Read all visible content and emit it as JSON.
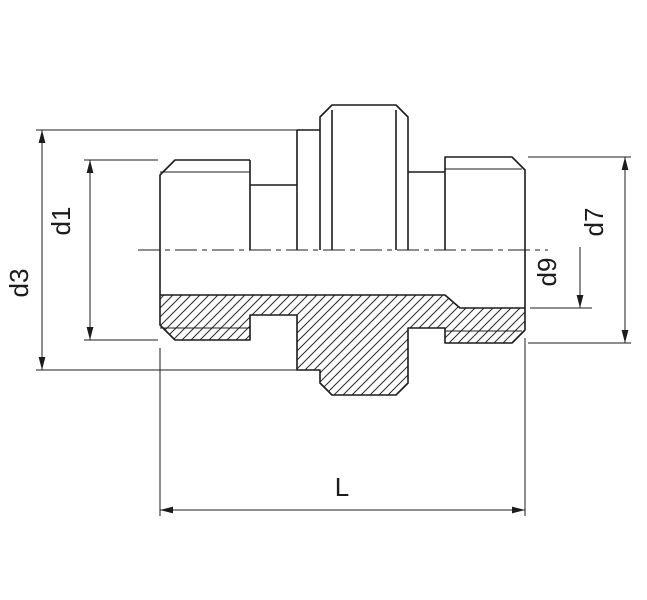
{
  "drawing": {
    "labels": {
      "d1": "d1",
      "d3": "d3",
      "d7": "d7",
      "d9": "d9",
      "L": "L"
    },
    "colors": {
      "line": "#1c1c1c",
      "background": "#ffffff"
    }
  }
}
